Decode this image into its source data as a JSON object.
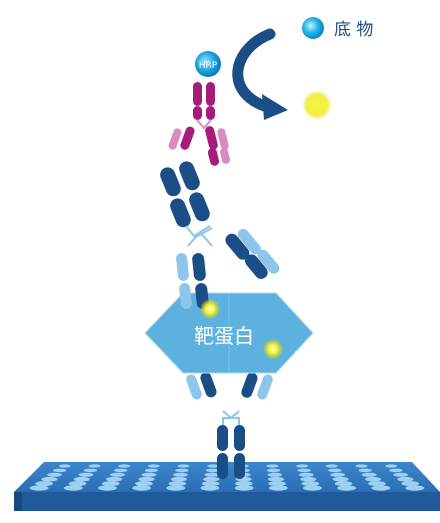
{
  "labels": {
    "substrate": "底 物",
    "target_protein": "靶蛋白",
    "enzyme": "HRP"
  },
  "colors": {
    "dark_navy": "#1b4e86",
    "light_blue": "#8ec5ea",
    "magenta": "#a51c7b",
    "pink": "#d78bc0",
    "protein_fill": "#5cb1de",
    "plate_blue": "#2c6fb8",
    "substrate_cyan": "#1da6e0",
    "product_yellow": "#f3f01e"
  }
}
